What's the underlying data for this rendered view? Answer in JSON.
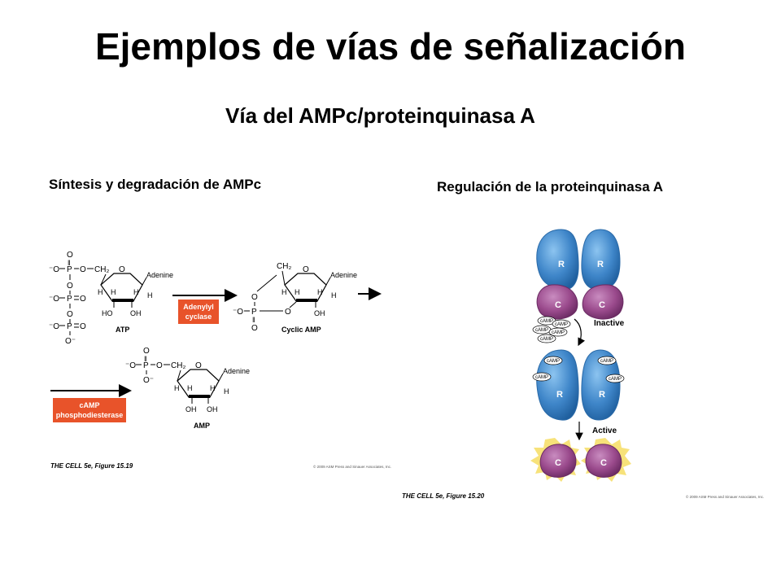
{
  "title": "Ejemplos de vías de señalización",
  "subtitle": "Vía del AMPc/proteinquinasa A",
  "left_panel": {
    "label": "Síntesis y degradación de AMPc",
    "atp_label": "ATP",
    "cyclic_amp_label": "Cyclic AMP",
    "amp_label": "AMP",
    "adenine": "Adenine",
    "enzyme1_line1": "Adenylyl",
    "enzyme1_line2": "cyclase",
    "enzyme2_line1": "cAMP",
    "enzyme2_line2": "phosphodiesterase",
    "caption": "THE CELL 5e, Figure 15.19",
    "copyright": "© 2009 ASM Press and Sinauer Associates, Inc.",
    "atoms": {
      "O": "O",
      "P": "P",
      "H": "H",
      "HO": "HO",
      "OH": "OH",
      "CH2": "CH₂",
      "O_minus": "⁻O",
      "O_minus_r": "O⁻",
      "dbl": "‖",
      "dash": "—"
    }
  },
  "right_panel": {
    "label": "Regulación de la proteinquinasa A",
    "R": "R",
    "C": "C",
    "camp": "cAMP",
    "inactive": "Inactive",
    "active": "Active",
    "caption": "THE CELL 5e, Figure 15.20",
    "copyright": "© 2009 ASM Press and Sinauer Associates, Inc."
  },
  "colors": {
    "regulatory": "#3f86c9",
    "catalytic": "#9a4a8c",
    "enzyme_box": "#e8532a",
    "glow": "#f7e27a"
  }
}
